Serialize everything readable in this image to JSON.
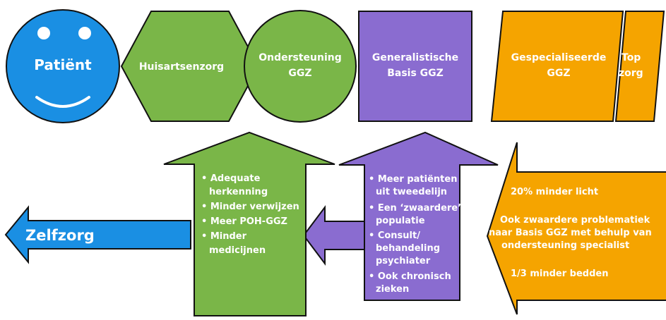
{
  "colors": {
    "blue": "#1a8fe3",
    "green": "#7ab648",
    "purple": "#8a6cd0",
    "orange": "#f5a400",
    "outline": "#111111",
    "text": "#ffffff"
  },
  "top_row": {
    "patient": "Patiënt",
    "huisarts": "Huisartsenzorg",
    "ondersteuning": [
      "Ondersteuning",
      "GGZ"
    ],
    "generalistische": [
      "Generalistische",
      "Basis GGZ"
    ],
    "gespecialiseerde": [
      "Gespecialiseerde",
      "GGZ"
    ],
    "topzorg": [
      "Top",
      "zorg"
    ]
  },
  "bottom_row": {
    "zelfzorg": "Zelfzorg",
    "green_bullets": [
      "• Adequate",
      "herkenning",
      "• Minder verwijzen",
      "• Meer POH-GGZ",
      "• Minder",
      "medicijnen"
    ],
    "purple_bullets": [
      "• Meer patiënten",
      "uit tweedelijn",
      "• Een ‘zwaardere’",
      "populatie",
      "• Consult/",
      "behandeling",
      "psychiater",
      "• Ook chronisch",
      "zieken"
    ],
    "orange_lines": [
      "20% minder licht",
      "Ook zwaardere problematiek",
      "naar Basis GGZ met behulp van",
      "ondersteuning specialist",
      "1/3 minder bedden"
    ]
  }
}
